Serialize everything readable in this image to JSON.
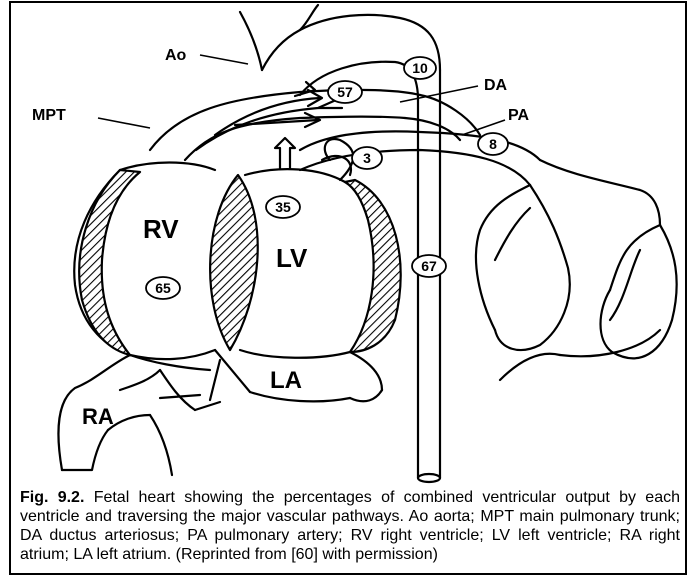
{
  "labels": {
    "ao": "Ao",
    "mpt": "MPT",
    "da": "DA",
    "pa": "PA",
    "rv": "RV",
    "lv": "LV",
    "ra": "RA",
    "la": "LA"
  },
  "flow_values": {
    "aortic_isthmus": "10",
    "mpt_flow": "57",
    "pulmonary_artery": "8",
    "coronary_flow": "3",
    "lv_output": "35",
    "rv_output": "65",
    "descending_aorta": "67"
  },
  "caption": {
    "figure_number": "Fig. 9.2.",
    "text": "Fetal heart showing the percentages of combined ventricular output by each ventricle and traversing the major vascular pathways. Ao aorta; MPT main pulmonary trunk; DA ductus arteriosus; PA pulmonary artery; RV right ventricle; LV left ventricle; RA right atrium; LA left atrium. (Reprinted from [60] with permission)"
  }
}
